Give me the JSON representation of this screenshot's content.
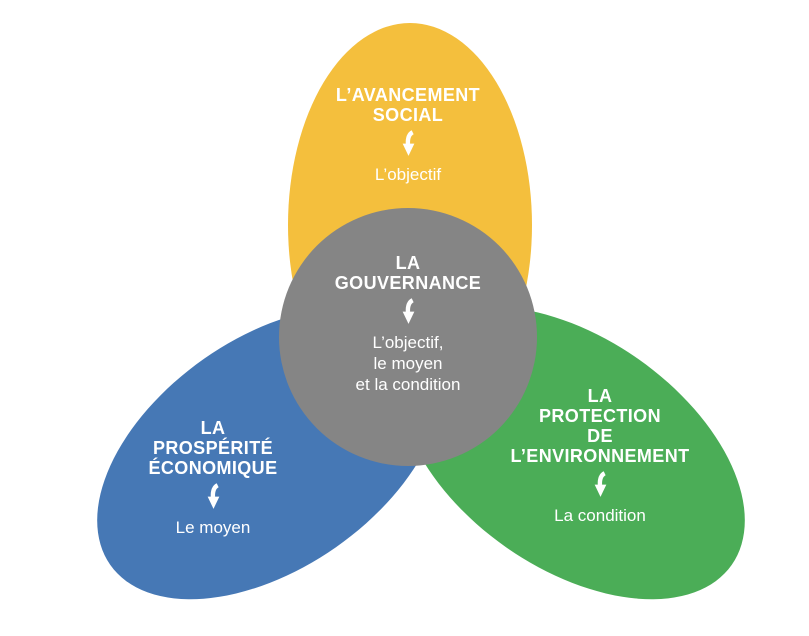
{
  "venn": {
    "top": {
      "heading": "L’AVANCEMENT\nSOCIAL",
      "body": "L’objectif",
      "color": "#F4BF3D"
    },
    "center": {
      "heading": "LA\nGOUVERNANCE",
      "body": "L’objectif,\nle moyen\net la condition",
      "color": "#858585"
    },
    "left": {
      "heading": "LA\nPROSPÉRITÉ\nÉCONOMIQUE",
      "body": "Le moyen",
      "color": "#4678B5"
    },
    "right": {
      "heading": "LA\nPROTECTION\nDE\nL’ENVIRONNEMENT",
      "body": "La condition",
      "color": "#4BAD57"
    },
    "icons": {
      "arrow": "curved-down-arrow"
    },
    "text_color": "#FFFFFF",
    "background_color": "#FFFFFF"
  }
}
